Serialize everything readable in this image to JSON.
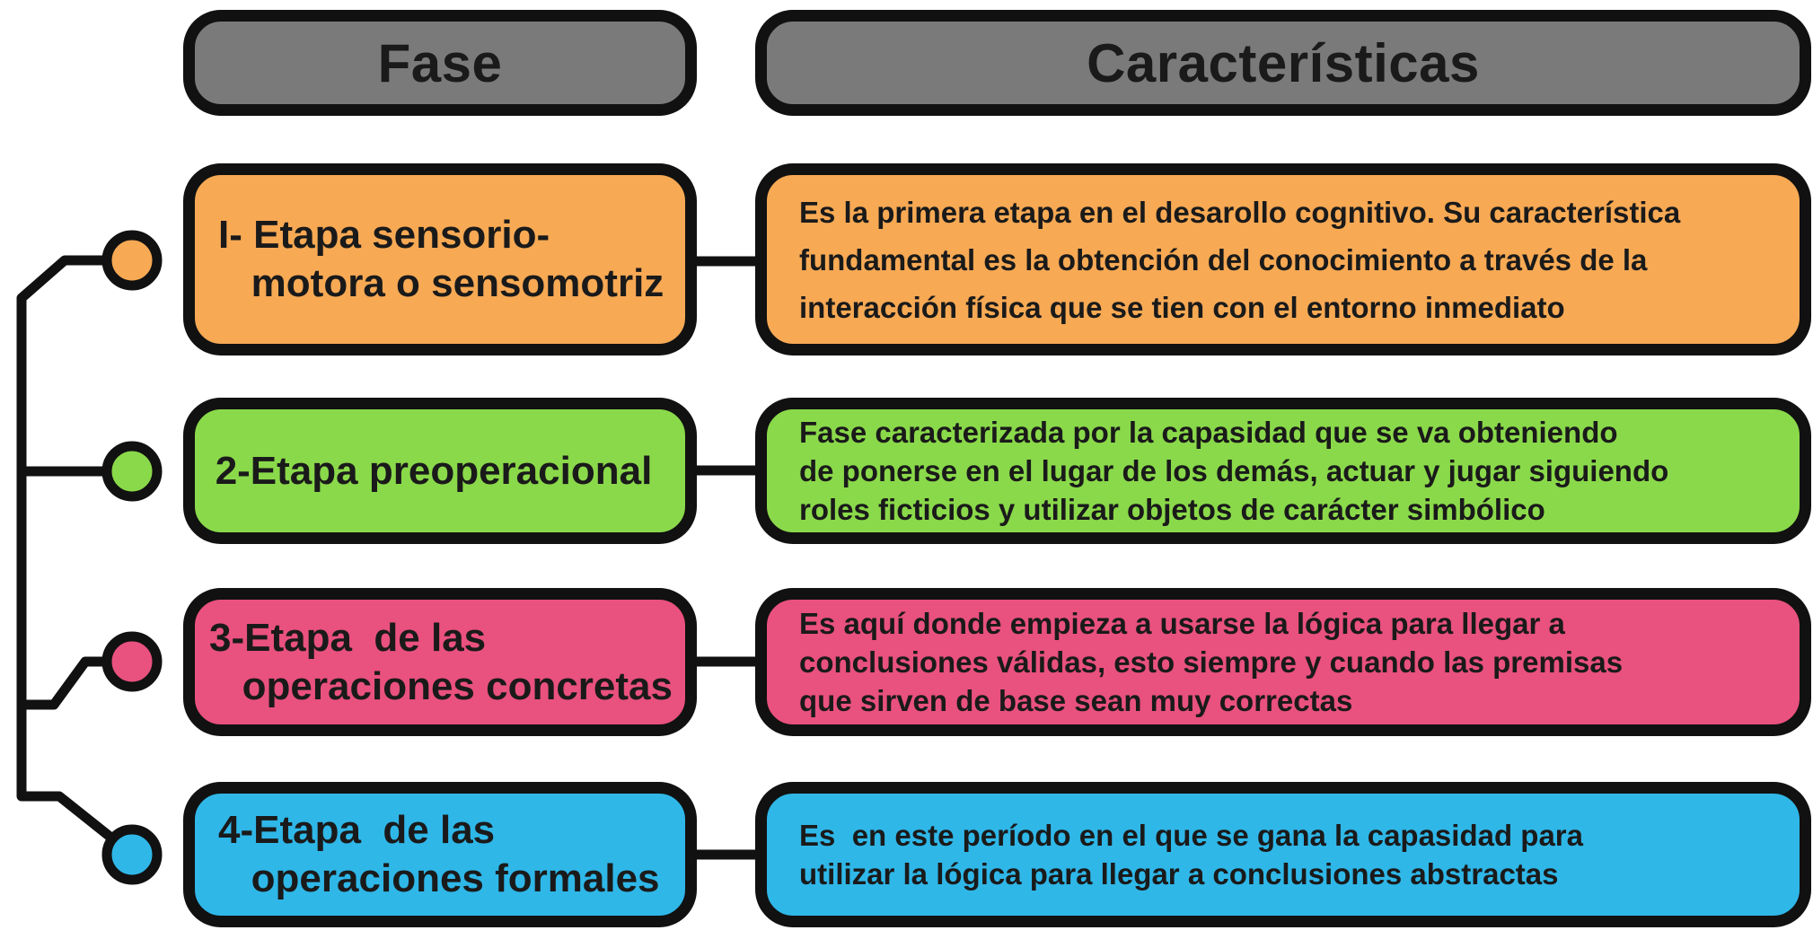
{
  "headers": {
    "phase": "Fase",
    "characteristics": "Características"
  },
  "colors": {
    "header_fill": "#7a7a7a",
    "outline": "#111111",
    "orange": "#f7a954",
    "green": "#8ad94a",
    "pink": "#e9517e",
    "blue": "#2fb7e8"
  },
  "stages": [
    {
      "phase": "I- Etapa sensorio-\n   motora o sensomotriz",
      "description": "Es la primera etapa en el desarollo cognitivo. Su característica\nfundamental es la obtención del conocimiento a través de la\ninteracción física que se tien con el entorno inmediato",
      "color": "#f7a954"
    },
    {
      "phase": "2-Etapa preoperacional",
      "description": "Fase caracterizada por la capasidad que se va obteniendo\nde ponerse en el lugar de los demás, actuar y jugar siguiendo\nroles ficticios y utilizar objetos de carácter simbólico",
      "color": "#8ad94a"
    },
    {
      "phase": "3-Etapa  de las\n   operaciones concretas",
      "description": "Es aquí donde empieza a usarse la lógica para llegar a\nconclusiones válidas, esto siempre y cuando las premisas\nque sirven de base sean muy correctas",
      "color": "#e9517e"
    },
    {
      "phase": "4-Etapa  de las\n   operaciones formales",
      "description": "Es  en este período en el que se gana la capasidad para\nutilizar la lógica para llegar a conclusiones abstractas",
      "color": "#2fb7e8"
    }
  ]
}
